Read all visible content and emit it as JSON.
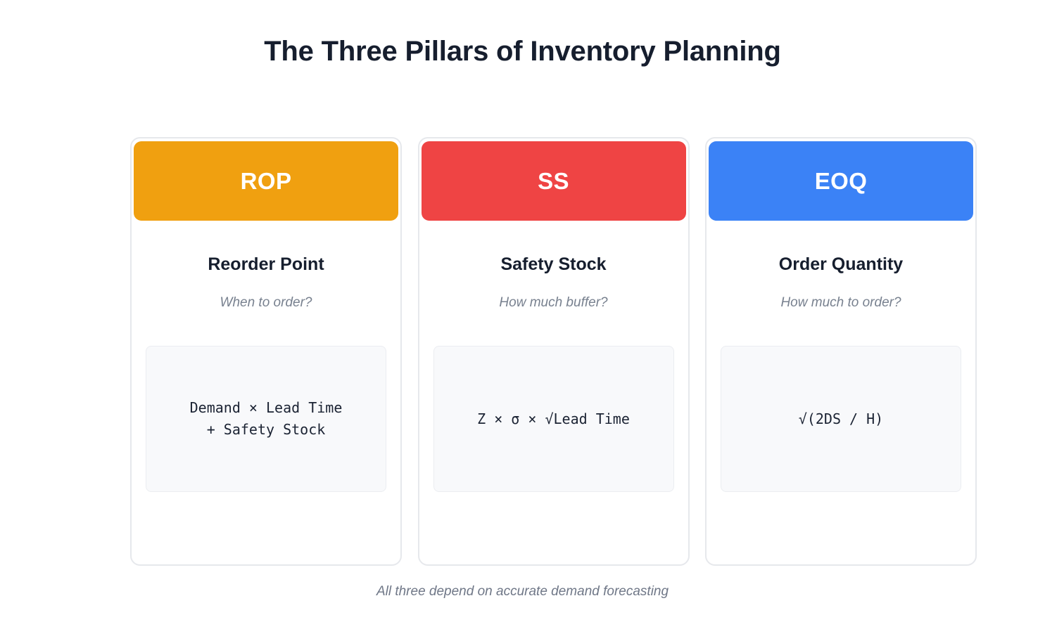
{
  "header": {
    "title": "The Three Pillars of Inventory Planning"
  },
  "pillars": [
    {
      "abbr": "ROP",
      "title": "Reorder Point",
      "question": "When to order?",
      "formula": "Demand × Lead Time\n+ Safety Stock",
      "color": "#F0A010"
    },
    {
      "abbr": "SS",
      "title": "Safety Stock",
      "question": "How much buffer?",
      "formula": "Z × σ × √Lead Time",
      "color": "#EF4444"
    },
    {
      "abbr": "EOQ",
      "title": "Order Quantity",
      "question": "How much to order?",
      "formula": "√(2DS / H)",
      "color": "#3B82F6"
    }
  ],
  "footer": {
    "note": "All three depend on accurate demand forecasting"
  },
  "colors": {
    "background": "#FFFFFF",
    "title_text": "#161E2E",
    "muted_text": "#78818F",
    "card_border": "#E6E8EC",
    "formula_bg": "#F8F9FB",
    "formula_border": "#EBEDF1",
    "rop_accent": "#F0A010",
    "ss_accent": "#EF4444",
    "eoq_accent": "#3B82F6"
  }
}
